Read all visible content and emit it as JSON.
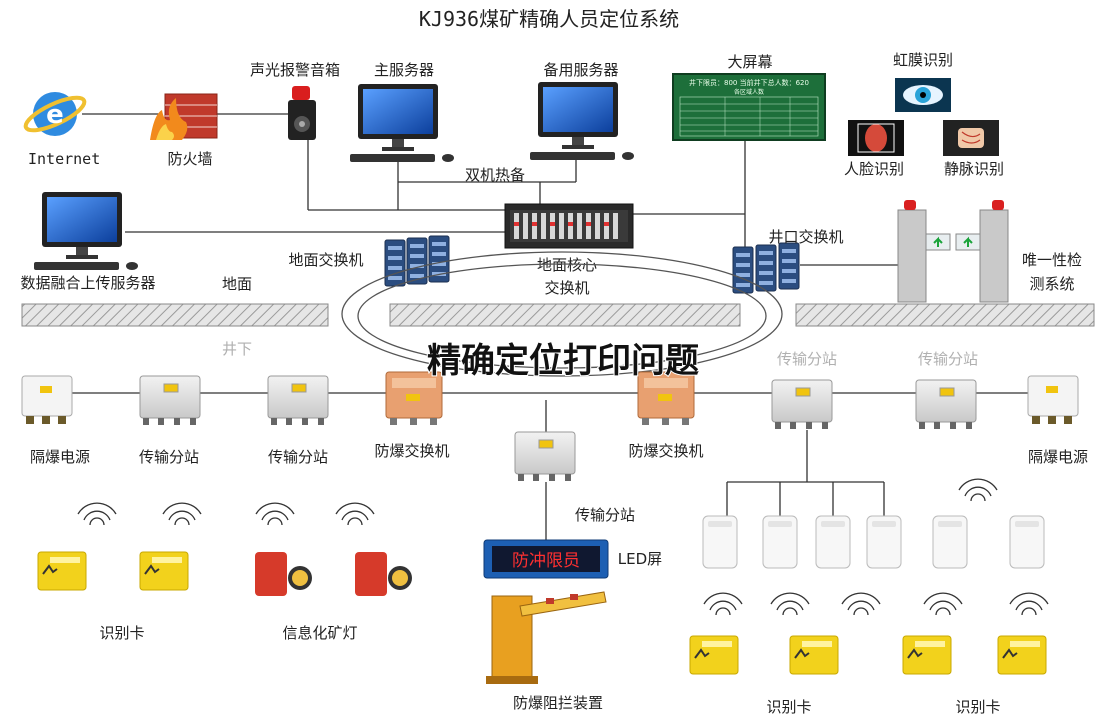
{
  "title": "KJ936煤矿精确人员定位系统",
  "overlay_text": "精确定位打印问题",
  "surface_label": "地面",
  "underground_label": "井下",
  "labels": {
    "internet": "Internet",
    "firewall": "防火墙",
    "alarm": "声光报警音箱",
    "main_server": "主服务器",
    "backup_server": "备用服务器",
    "big_screen": "大屏幕",
    "iris": "虹膜识别",
    "face": "人脸识别",
    "vein": "静脉识别",
    "hot_standby": "双机热备",
    "fusion_server": "数据融合上传服务器",
    "ground_switch": "地面交换机",
    "core_switch": "地面核心\n交换机",
    "shaft_switch": "井口交换机",
    "uniqueness": "唯一性检\n测系统",
    "isolation_power_left": "隔爆电源",
    "transfer_station_1": "传输分站",
    "transfer_station_2": "传输分站",
    "ex_switch_left": "防爆交换机",
    "ex_switch_right": "防爆交换机",
    "transfer_station_3": "传输分站",
    "transfer_station_4": "传输分站",
    "isolation_power_right": "隔爆电源",
    "transfer_station_center": "传输分站",
    "led_screen": "LED屏",
    "led_text": "防冲限员",
    "id_card_left": "识别卡",
    "mine_lamp": "信息化矿灯",
    "barrier": "防爆阻拦装置",
    "id_card_right_1": "识别卡",
    "id_card_right_2": "识别卡"
  },
  "big_screen_header": "井下限员：800  当前井下总人数：620",
  "big_screen_sub": "各区域人数",
  "colors": {
    "firewall": "#c0392b",
    "ex_switch": "#e8a070",
    "led_bg": "#1d5fb3",
    "led_text": "#ff3030",
    "card": "#f2d21c",
    "lamp": "#d63a2a",
    "barrier": "#e8a020",
    "screen": "#1d6f3a"
  },
  "icons": [
    "internet-explorer-icon",
    "firewall-icon",
    "alarm-speaker-icon",
    "computer-icon",
    "led-board-icon",
    "iris-icon",
    "face-icon",
    "vein-icon",
    "rack-switch-icon",
    "network-switch-icon",
    "turnstile-icon",
    "junction-box-icon",
    "wireless-signal-icon",
    "id-card-icon",
    "mine-lamp-icon",
    "reader-icon",
    "barrier-gate-icon"
  ]
}
